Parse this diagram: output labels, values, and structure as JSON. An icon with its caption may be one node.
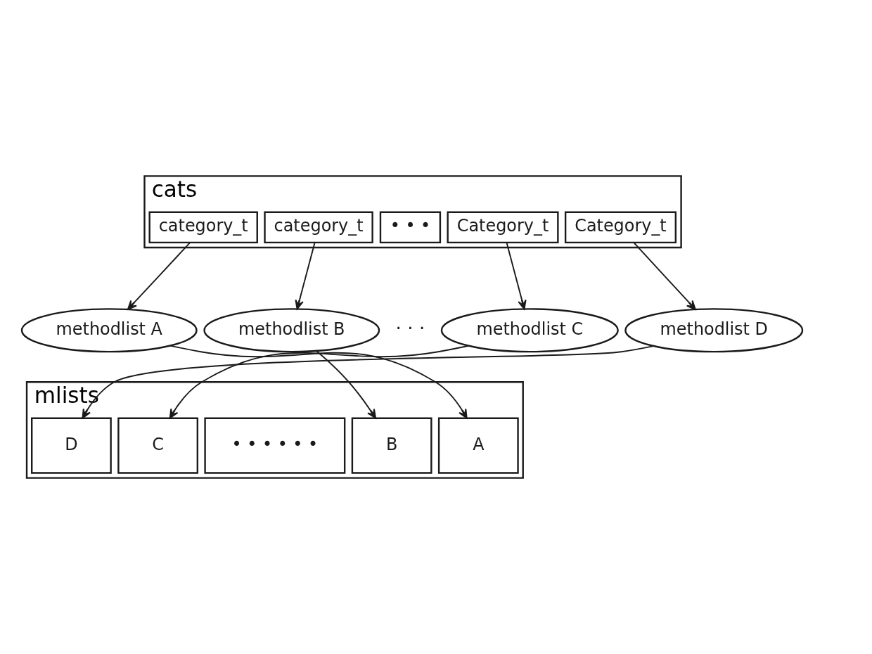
{
  "diagram": {
    "nodes": [
      {
        "text": [
          "cats"
        ]
      },
      {
        "text": [
          "category_t"
        ],
        "in": 0
      },
      {
        "text": [
          "category_t"
        ],
        "in": 0
      },
      {
        "text": [
          "• • •"
        ],
        "in": 0
      },
      {
        "text": [
          "Category_t"
        ],
        "in": 0
      },
      {
        "text": [
          "Category_t"
        ],
        "in": 0
      },
      {
        "text": [
          "methodlist A"
        ]
      },
      {
        "text": [
          "methodlist B"
        ]
      },
      {
        "text": [
          "methodlist C"
        ]
      },
      {
        "text": [
          "methodlist D"
        ]
      },
      {
        "text": [
          "mlists"
        ]
      },
      {
        "text": [
          "D"
        ],
        "in": 10
      },
      {
        "text": [
          "C"
        ],
        "in": 10
      },
      {
        "text": [
          "• • • • • •"
        ],
        "in": 10
      },
      {
        "text": [
          "B"
        ],
        "in": 10
      },
      {
        "text": [
          "A"
        ],
        "in": 10
      }
    ],
    "edges": [
      {
        "from": 1,
        "to": 6,
        "arrow": "to"
      },
      {
        "from": 2,
        "to": 7,
        "arrow": "to"
      },
      {
        "from": 4,
        "to": 8,
        "arrow": "to"
      },
      {
        "from": 5,
        "to": 9,
        "arrow": "to"
      },
      {
        "from": 6,
        "to": 15,
        "arrow": "to"
      },
      {
        "from": 7,
        "to": 14,
        "arrow": "to"
      },
      {
        "from": 8,
        "to": 12,
        "arrow": "to"
      },
      {
        "from": 9,
        "to": 11,
        "arrow": "to"
      }
    ],
    "labels": [
      "· · ·"
    ]
  }
}
